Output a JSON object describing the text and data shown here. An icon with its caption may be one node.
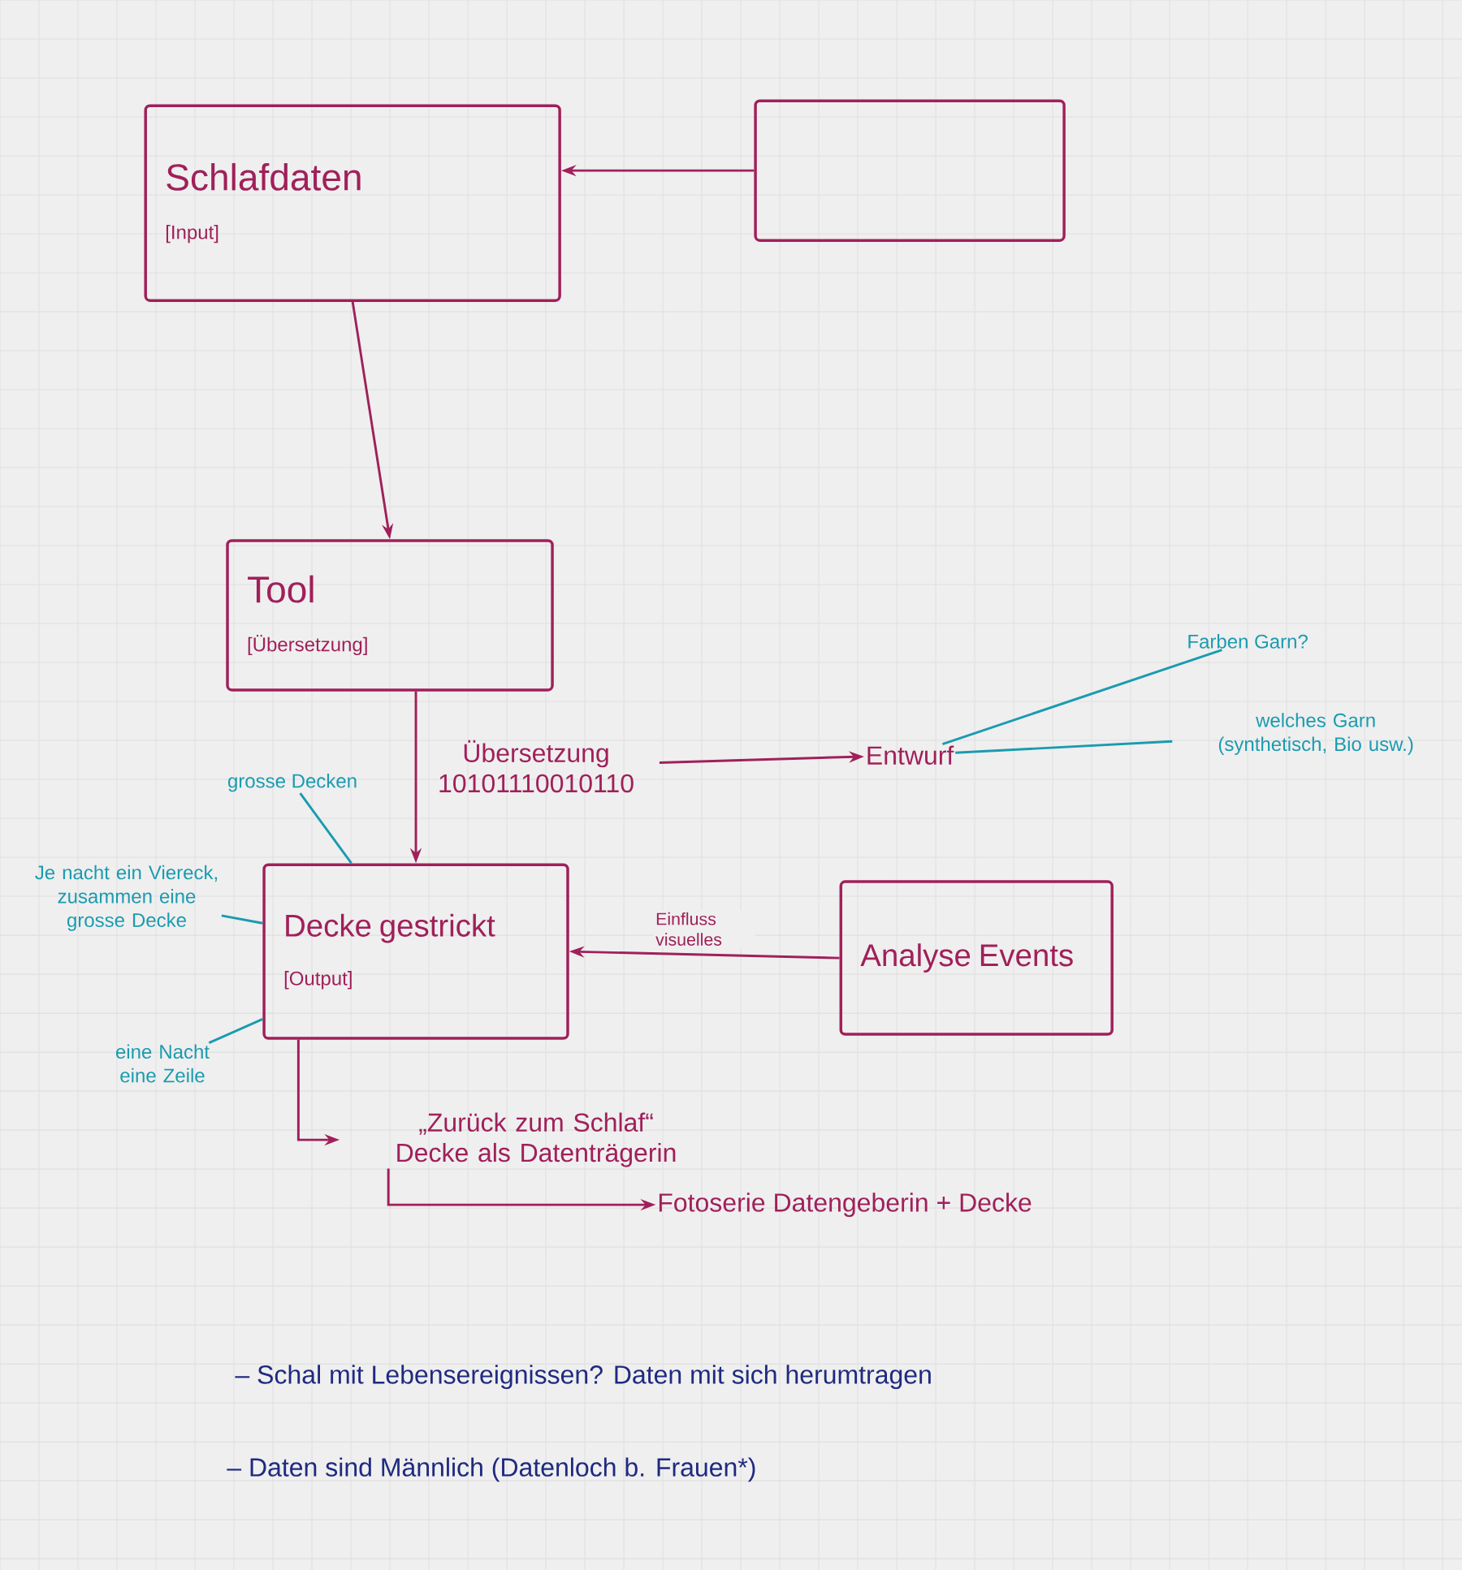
{
  "diagram": {
    "nodes": [
      {
        "text": [
          "Schlafdaten",
          "[Input]"
        ]
      },
      {
        "text": [],
        "shape": "box"
      },
      {
        "text": [
          "Tool",
          "[Übersetzung]"
        ]
      },
      {
        "text": [
          "Übersetzung 10101110010110"
        ]
      },
      {
        "text": [
          "Entwurf"
        ]
      },
      {
        "text": [
          "Farben Garn?"
        ]
      },
      {
        "text": [
          "welches Garn (synthetisch, Bio usw.)"
        ]
      },
      {
        "text": [
          "grosse Decken"
        ]
      },
      {
        "text": [
          "Je nacht ein Viereck, zusammen eine grosse Decke"
        ]
      },
      {
        "text": [
          "Decke gestrickt",
          "[Output]"
        ]
      },
      {
        "text": [
          "eine Nacht eine Zeile"
        ]
      },
      {
        "text": [
          "Analyse Events"
        ]
      },
      {
        "text": [
          "„Zurück zum Schlaf“ Decke als Datenträgerin"
        ]
      },
      {
        "text": [
          "Fotoserie Datengeberin + Decke"
        ]
      }
    ],
    "edges": [
      {
        "from": 1,
        "to": 0,
        "arrow": "to"
      },
      {
        "from": 0,
        "to": 2,
        "arrow": "to"
      },
      {
        "from": 3,
        "to": 4,
        "arrow": "to"
      },
      {
        "from": 2,
        "to": 9,
        "arrow": "to"
      },
      {
        "from": 5,
        "to": 4,
        "arrow": "none",
        "color": "#1a9bb0"
      },
      {
        "from": 6,
        "to": 4,
        "arrow": "none",
        "color": "#1a9bb0"
      },
      {
        "from": 7,
        "to": 9,
        "arrow": "none",
        "color": "#1a9bb0"
      },
      {
        "from": 8,
        "to": 9,
        "arrow": "none",
        "color": "#1a9bb0"
      },
      {
        "from": 10,
        "to": 9,
        "arrow": "none",
        "color": "#1a9bb0"
      },
      {
        "from": 11,
        "to": 9,
        "arrow": "to",
        "label": "Einfluss visuelles"
      },
      {
        "from": 9,
        "to": 12,
        "arrow": "to"
      },
      {
        "from": 12,
        "to": 13,
        "arrow": "to"
      }
    ],
    "labels": [
      "– Schal mit Lebensereignissen? Daten mit sich herumtragen",
      "– Daten sind Männlich (Datenloch b. Frauen*)"
    ]
  }
}
